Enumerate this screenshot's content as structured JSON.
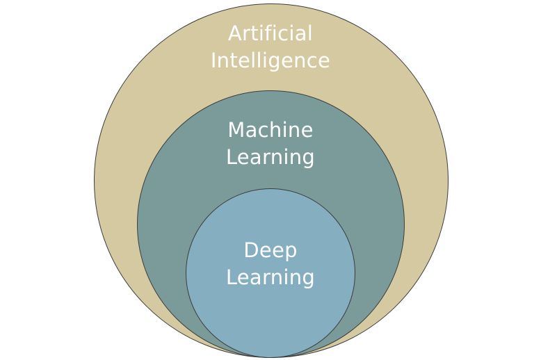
{
  "diagram": {
    "circles": [
      {
        "id": "ai",
        "lines": [
          "Artificial",
          "Intelligence"
        ],
        "color": "#d5c9a1"
      },
      {
        "id": "ml",
        "lines": [
          "Machine",
          "Learning"
        ],
        "color": "#7a9b9a"
      },
      {
        "id": "dl",
        "lines": [
          "Deep",
          "Learning"
        ],
        "color": "#85afc0"
      }
    ],
    "outline_color": "#3c3c3c",
    "text_color": "#ffffff"
  }
}
